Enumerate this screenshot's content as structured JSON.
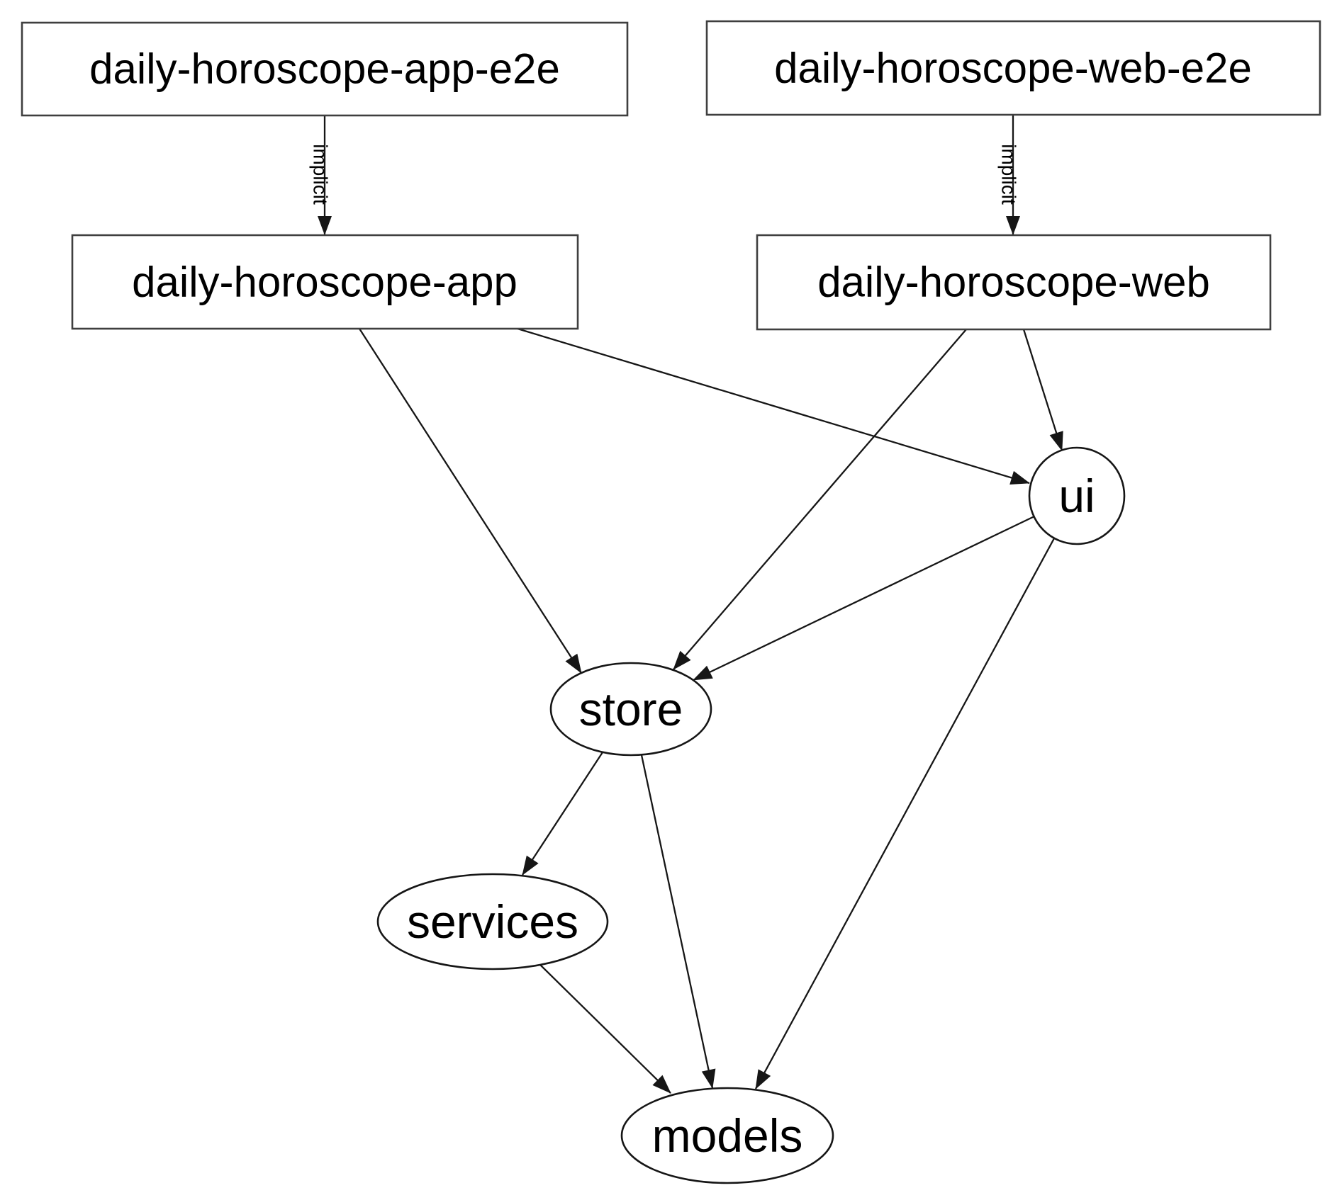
{
  "graph": {
    "kind": "dependency-graph",
    "colors": {
      "background": "#ffffff",
      "node_fill": "#ffffff",
      "box_stroke": "#3f3f3f",
      "line_stroke": "#161616",
      "text": "#000000"
    },
    "nodes": [
      {
        "id": "daily-horoscope-app-e2e",
        "label": "daily-horoscope-app-e2e",
        "shape": "box"
      },
      {
        "id": "daily-horoscope-web-e2e",
        "label": "daily-horoscope-web-e2e",
        "shape": "box"
      },
      {
        "id": "daily-horoscope-app",
        "label": "daily-horoscope-app",
        "shape": "box"
      },
      {
        "id": "daily-horoscope-web",
        "label": "daily-horoscope-web",
        "shape": "box"
      },
      {
        "id": "ui",
        "label": "ui",
        "shape": "ellipse"
      },
      {
        "id": "store",
        "label": "store",
        "shape": "ellipse"
      },
      {
        "id": "services",
        "label": "services",
        "shape": "ellipse"
      },
      {
        "id": "models",
        "label": "models",
        "shape": "ellipse"
      }
    ],
    "edges": [
      {
        "from": "daily-horoscope-app-e2e",
        "to": "daily-horoscope-app",
        "label": "implicit"
      },
      {
        "from": "daily-horoscope-web-e2e",
        "to": "daily-horoscope-web",
        "label": "implicit"
      },
      {
        "from": "daily-horoscope-app",
        "to": "store",
        "label": ""
      },
      {
        "from": "daily-horoscope-app",
        "to": "ui",
        "label": ""
      },
      {
        "from": "daily-horoscope-web",
        "to": "store",
        "label": ""
      },
      {
        "from": "daily-horoscope-web",
        "to": "ui",
        "label": ""
      },
      {
        "from": "ui",
        "to": "store",
        "label": ""
      },
      {
        "from": "ui",
        "to": "models",
        "label": ""
      },
      {
        "from": "store",
        "to": "services",
        "label": ""
      },
      {
        "from": "store",
        "to": "models",
        "label": ""
      },
      {
        "from": "services",
        "to": "models",
        "label": ""
      }
    ]
  }
}
